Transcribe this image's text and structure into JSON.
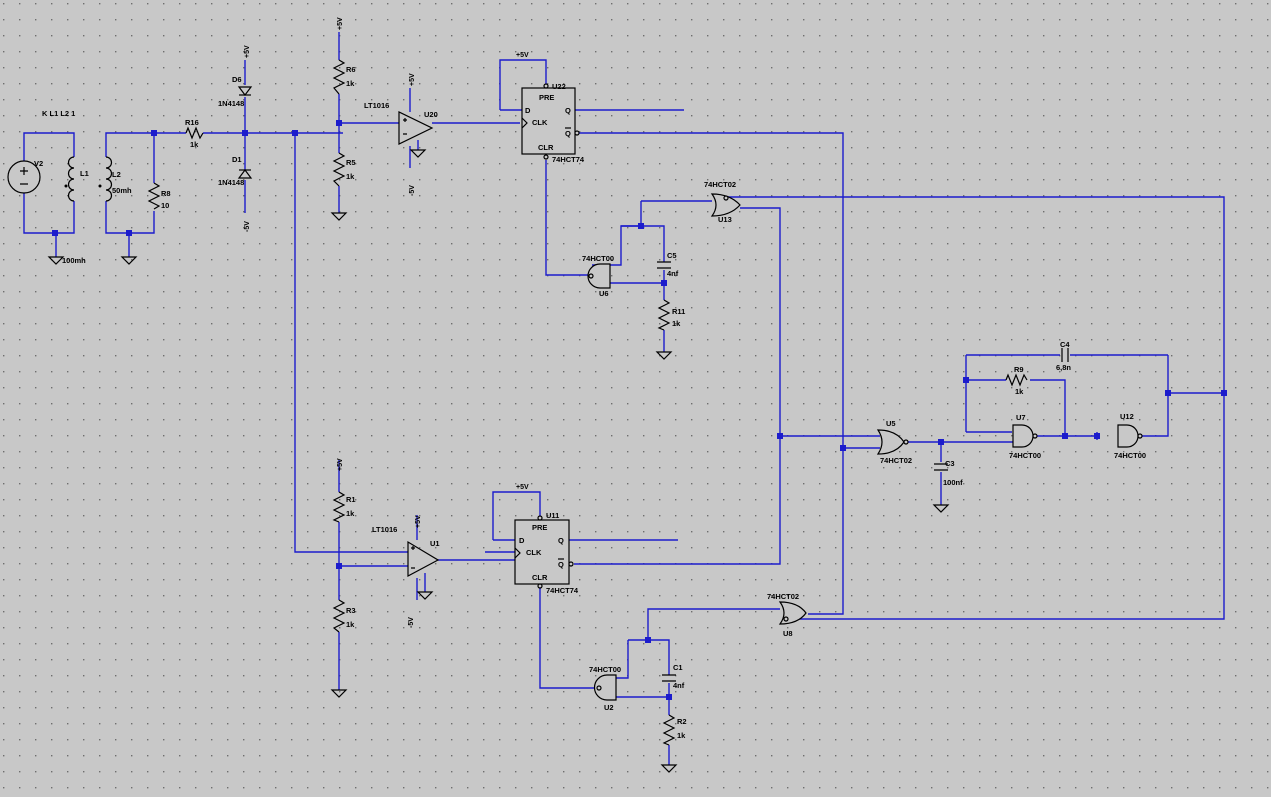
{
  "schematic": {
    "directive": "K L1 L2 1",
    "labels": {
      "V2": "V2",
      "L1": "L1",
      "L2": "L2",
      "L2_val": "50mh",
      "L1_val": "100mh",
      "R8": "R8",
      "R8_val": "10",
      "R16": "R16",
      "R16_val": "1k",
      "D6": "D6",
      "D6_val": "1N4148",
      "D1": "D1",
      "D1_val": "1N4148",
      "R6": "R6",
      "R6_val": "1k",
      "R5": "R5",
      "R5_val": "1k",
      "R1": "R1",
      "R1_val": "1k",
      "R3": "R3",
      "R3_val": "1k",
      "U20": "U20",
      "U20_type": "LT1016",
      "U1": "U1",
      "U1_type": "LT1016",
      "U22": "U22",
      "U22_type": "74HCT74",
      "U11": "U11",
      "U11_type": "74HCT74",
      "U13": "U13",
      "U13_type": "74HCT02",
      "U6": "U6",
      "U6_type": "74HCT00",
      "C5": "C5",
      "C5_val": "4nf",
      "R11": "R11",
      "R11_val": "1k",
      "U5": "U5",
      "U5_type": "74HCT02",
      "C3": "C3",
      "C3_val": "100nf",
      "U7": "U7",
      "U7_type": "74HCT00",
      "R9": "R9",
      "R9_val": "1k",
      "C4": "C4",
      "C4_val": "6,8n",
      "U12": "U12",
      "U12_type": "74HCT00",
      "U8": "U8",
      "U8_type": "74HCT02",
      "U2": "U2",
      "U2_type": "74HCT00",
      "C1": "C1",
      "C1_val": "4nf",
      "R2": "R2",
      "R2_val": "1k"
    },
    "ff_pins": {
      "pre": "PRE",
      "d": "D",
      "q": "Q",
      "clk": "CLK",
      "qbar": "Q",
      "clr": "CLR"
    },
    "rails": {
      "p5": "+5V",
      "m5": "-5V"
    },
    "colors": {
      "wire": "#1c1ccc",
      "component": "#000000",
      "background": "#c8c8c8",
      "grid": "#6e6e6e"
    }
  }
}
